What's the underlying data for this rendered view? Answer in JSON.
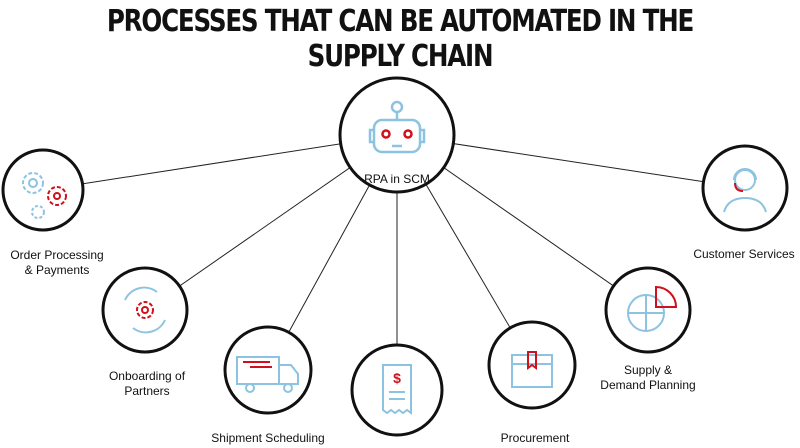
{
  "title": "PROCESSES THAT CAN BE AUTOMATED IN THE SUPPLY CHAIN",
  "center": {
    "label": "RPA in SCM",
    "icon": "robot-icon"
  },
  "nodes": [
    {
      "label1": "Order Processing",
      "label2": "& Payments",
      "icon": "gears-icon"
    },
    {
      "label1": "Onboarding of",
      "label2": "Partners",
      "icon": "cycle-gear-icon"
    },
    {
      "label1": "Shipment Scheduling",
      "label2": "",
      "icon": "truck-icon"
    },
    {
      "label1": "",
      "label2": "",
      "icon": "invoice-receipt-icon"
    },
    {
      "label1": "Procurement",
      "label2": "",
      "icon": "package-box-icon"
    },
    {
      "label1": "Supply &",
      "label2": "Demand Planning",
      "icon": "puzzle-icon"
    },
    {
      "label1": "Customer Services",
      "label2": "",
      "icon": "headset-agent-icon"
    }
  ],
  "colors": {
    "accent_red": "#d0101b",
    "icon_blue": "#8cc3e0",
    "outline": "#111111"
  }
}
